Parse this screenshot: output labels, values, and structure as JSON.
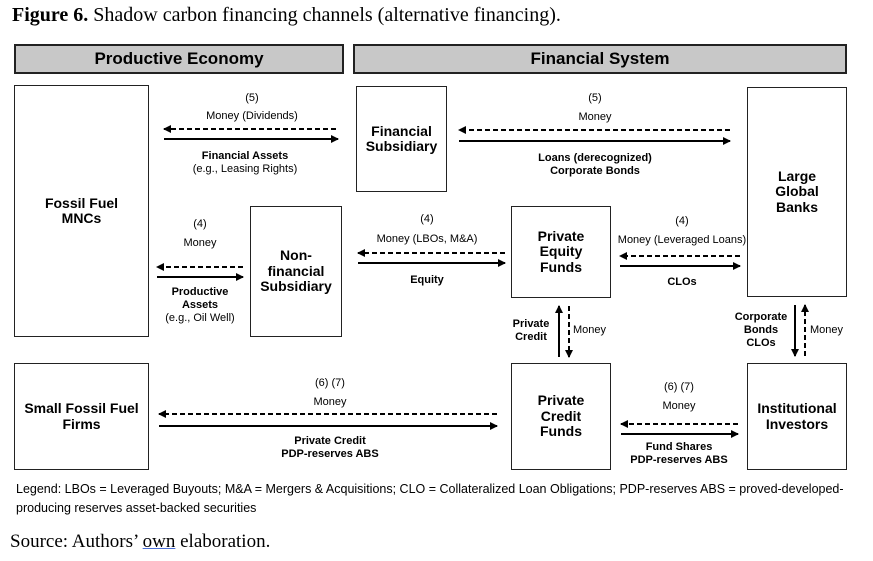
{
  "figure": {
    "label": "Figure 6.",
    "title": " Shadow carbon financing channels (alternative financing)."
  },
  "headers": {
    "productive": "Productive Economy",
    "financial": "Financial System"
  },
  "boxes": {
    "fossil_mncs": "Fossil Fuel\nMNCs",
    "financial_subsidiary": "Financial\nSubsidiary",
    "large_banks": "Large\nGlobal\nBanks",
    "nonfinancial_subsidiary": "Non-\nfinancial\nSubsidiary",
    "pe_funds": "Private\nEquity\nFunds",
    "small_firms": "Small Fossil Fuel\nFirms",
    "pc_funds": "Private\nCredit\nFunds",
    "institutional": "Institutional\nInvestors"
  },
  "labels": {
    "l1_num": "(5)",
    "l1_money": "Money (Dividends)",
    "l1_flow": "Financial Assets",
    "l1_flow_sub": "(e.g., Leasing Rights)",
    "l2_num": "(5)",
    "l2_money": "Money",
    "l2_flow": "Loans (derecognized)\nCorporate Bonds",
    "l3_num": "(4)",
    "l3_money": "Money",
    "l3_flow": "Productive\nAssets",
    "l3_flow_sub": "(e.g., Oil Well)",
    "l4_num": "(4)",
    "l4_money": "Money (LBOs, M&A)",
    "l4_flow": "Equity",
    "l5_num": "(4)",
    "l5_money": "Money (Leveraged Loans)",
    "l5_flow": "CLOs",
    "v1_flow": "Private\nCredit",
    "v1_money": "Money",
    "v2_flow": "Corporate\nBonds\nCLOs",
    "v2_money": "Money",
    "l6_num": "(6) (7)",
    "l6_money": "Money",
    "l6_flow": "Private Credit\nPDP-reserves ABS",
    "l7_num": "(6) (7)",
    "l7_money": "Money",
    "l7_flow": "Fund Shares\nPDP-reserves ABS"
  },
  "legend": "Legend: LBOs = Leveraged Buyouts; M&A = Mergers & Acquisitions; CLO = Collateralized Loan Obligations; PDP-reserves ABS = proved-developed-producing reserves asset-backed securities",
  "source": {
    "prefix": "Source: Authors’ ",
    "own": "own",
    "suffix": " elaboration."
  }
}
